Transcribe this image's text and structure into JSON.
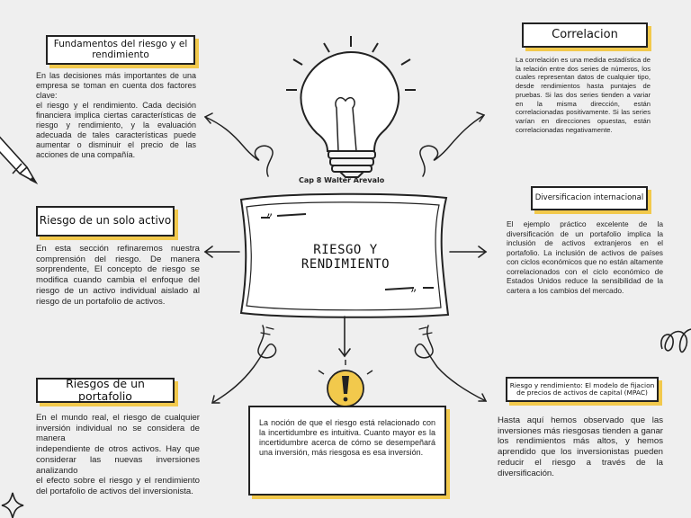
{
  "author": "Cap 8 Walter Arevalo",
  "center": {
    "title": "RIESGO Y RENDIMIENTO"
  },
  "sections": {
    "fundamentos": {
      "title": "Fundamentos del riesgo y el rendimiento",
      "text": "En las decisiones más importantes de una empresa se toman en cuenta dos factores clave:\nel riesgo y el rendimiento. Cada decisión financiera implica ciertas características de riesgo y rendimiento, y la evaluación adecuada de tales características puede aumentar o disminuir el precio de las acciones de una compañía."
    },
    "riesgo_solo": {
      "title": "Riesgo de un solo activo",
      "text": "En esta sección refinaremos nuestra comprensión del riesgo. De manera sorprendente, El concepto de riesgo se modifica cuando cambia el enfoque del riesgo de un activo individual aislado al riesgo de un portafolio de activos."
    },
    "portafolio": {
      "title": "Riesgos de un portafolio",
      "text": "En el mundo real, el riesgo de cualquier inversión individual no se considera de manera\nindependiente de otros activos. Hay que considerar las nuevas inversiones analizando\nel efecto sobre el riesgo y el rendimiento del portafolio de activos del inversionista."
    },
    "correlacion": {
      "title": "Correlacion",
      "text": "La correlación es una medida estadística de la relación entre dos series de números, los cuales representan datos de cualquier tipo, desde rendimientos hasta puntajes de pruebas. Si las dos series tienden a variar en la misma dirección, están correlacionadas positivamente. Si las series varían en direcciones opuestas, están correlacionadas negativamente."
    },
    "diversificacion": {
      "title": "Diversificacion internacional",
      "text": "El ejemplo práctico excelente de la diversificación de un portafolio implica la inclusión de activos extranjeros en el portafolio. La inclusión de activos de países con ciclos económicos que no están altamente correlacionados con el ciclo económico de Estados Unidos reduce la sensibilidad de la cartera a los cambios del mercado."
    },
    "mpac": {
      "title": "Riesgo y rendimiento: El modelo de fijacion de precios de activos de capital (MPAC)",
      "text": "Hasta aquí hemos observado que las inversiones más riesgosas tienden a ganar los rendimientos más altos, y hemos aprendido que los inversionistas pueden reducir el riesgo a través de la diversificación."
    },
    "nocion": {
      "text": "La noción de que el riesgo está relacionado con la incertidumbre es intuitiva. Cuanto mayor es la incertidumbre acerca de cómo se desempeñará una inversión, más riesgosa es esa inversión."
    }
  },
  "colors": {
    "accent": "#f2c94c",
    "ink": "#222222",
    "background": "#efefef"
  }
}
